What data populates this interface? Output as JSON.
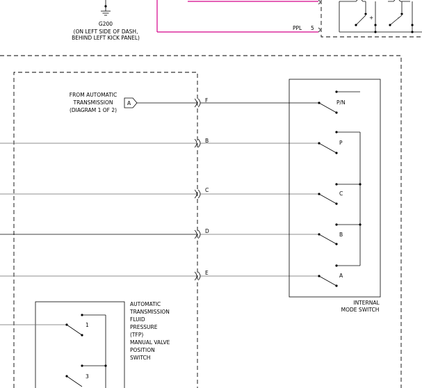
{
  "ground": {
    "id": "G200",
    "note_line1": "(ON LEFT SIDE OF DASH,",
    "note_line2": "BEHIND LEFT KICK PANEL)"
  },
  "top_connector": {
    "wire_color": "PPL",
    "pin": "5",
    "plus": "+",
    "minus": "-"
  },
  "source": {
    "line1": "FROM AUTOMATIC",
    "line2": "TRANSMISSION",
    "line3": "(DIAGRAM 1 OF 2)",
    "pin": "A"
  },
  "connector_pins": [
    "F",
    "B",
    "C",
    "D",
    "E"
  ],
  "internal_switch": {
    "label_line1": "INTERNAL",
    "label_line2": "MODE SWITCH",
    "positions": [
      "P/N",
      "P",
      "C",
      "B",
      "A"
    ]
  },
  "tfp_switch": {
    "label_lines": [
      "AUTOMATIC",
      "TRANSMISSION",
      "FLUID",
      "PRESSURE",
      "(TFP)",
      "MANUAL VALVE",
      "POSITION",
      "SWITCH"
    ],
    "positions": [
      "1",
      "3"
    ]
  }
}
